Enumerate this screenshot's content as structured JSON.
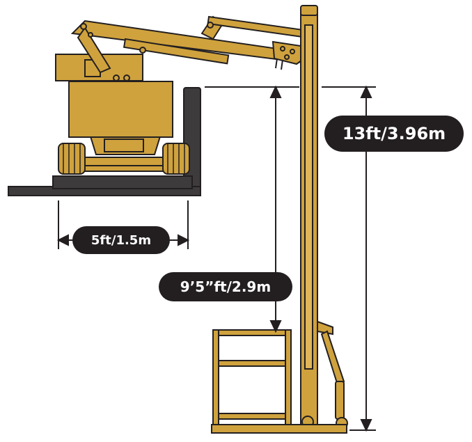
{
  "dimensions": {
    "overall_height": "13ft/3.96m",
    "track_width": "5ft/1.5m",
    "lift_height": "9’5”ft/2.9m"
  },
  "colors": {
    "machine": "#cfa23d",
    "outline": "#231f20",
    "dark_grey": "#3e3b3c",
    "label_bg": "#231f20",
    "label_text": "#ffffff"
  }
}
